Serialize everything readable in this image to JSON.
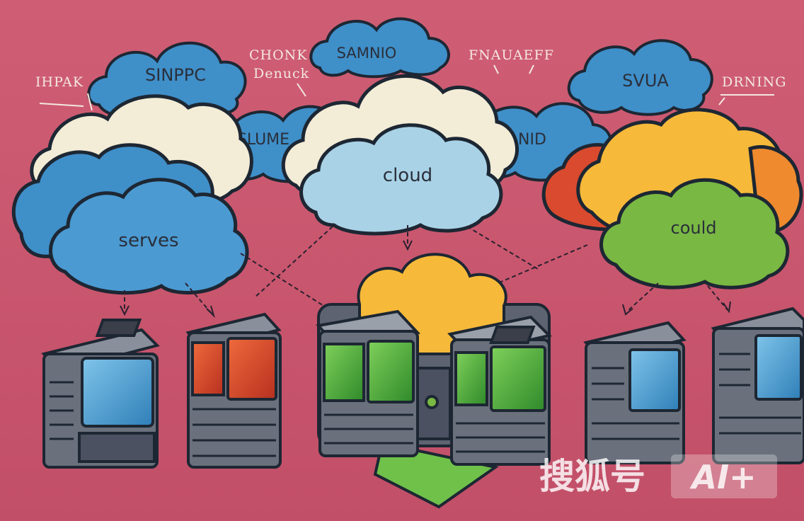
{
  "labels": {
    "cloud_top_left": "SINPPC",
    "note_top_left": "IHPAK",
    "note_chunk": "CHONK",
    "note_chunk_sub": "Denuck",
    "cloud_top_mid": "SAMNIO",
    "note_top_right": "FNAUAEFF",
    "cloud_top_right": "SVUA",
    "note_right": "DRNING",
    "cloud_mid_left": "SLUME",
    "cloud_mid_right": "NID",
    "cloud_center": "cloud",
    "cloud_left_main": "serves",
    "cloud_right_green": "could"
  },
  "watermark": {
    "brand": "搜狐号",
    "badge": "AI+"
  },
  "colors": {
    "background": "#c9576f",
    "cloud_blue": "#3f8fc9",
    "cloud_cream": "#f3ecd6",
    "cloud_light_blue": "#a9d2e6",
    "cloud_yellow": "#f6b93a",
    "cloud_orange": "#ef8a2e",
    "cloud_red": "#d94a2f",
    "cloud_green": "#79b843",
    "server_gray": "#5d6370",
    "screen_blue": "#4ea3d6",
    "screen_red": "#d7402b",
    "screen_green": "#4fae3b"
  }
}
